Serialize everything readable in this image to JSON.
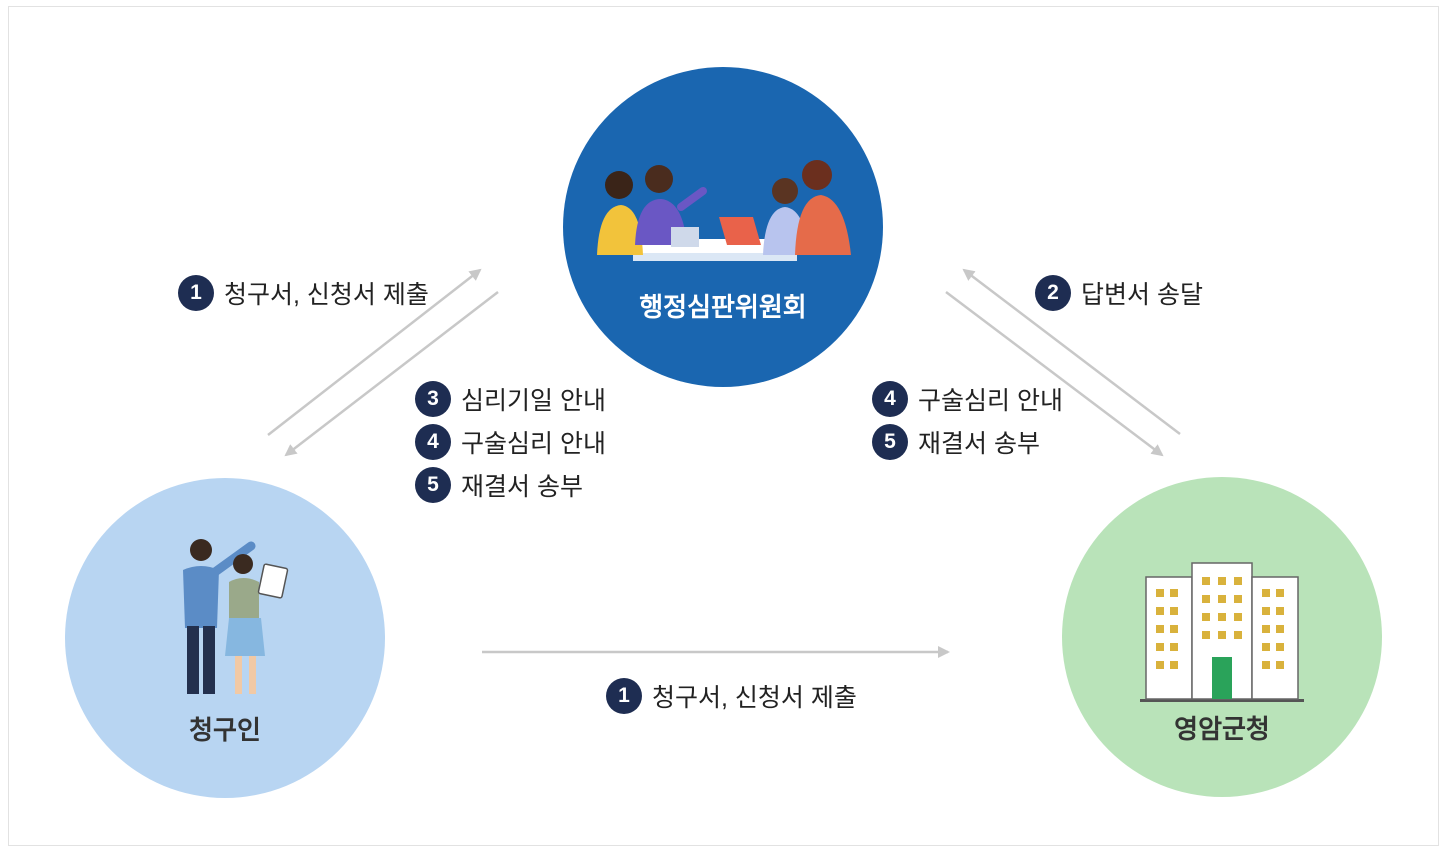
{
  "nodes": {
    "committee": {
      "label": "행정심판위원회",
      "color": "#1a66b0"
    },
    "claimant": {
      "label": "청구인",
      "color": "#b8d5f2"
    },
    "office": {
      "label": "영암군청",
      "color": "#b9e3b9"
    }
  },
  "flows": {
    "claimant_to_committee": [
      {
        "num": "1",
        "text": "청구서, 신청서 제출"
      }
    ],
    "committee_to_claimant": [
      {
        "num": "3",
        "text": "심리기일 안내"
      },
      {
        "num": "4",
        "text": "구술심리 안내"
      },
      {
        "num": "5",
        "text": "재결서 송부"
      }
    ],
    "office_to_committee": [
      {
        "num": "2",
        "text": "답변서 송달"
      }
    ],
    "committee_to_office": [
      {
        "num": "4",
        "text": "구술심리 안내"
      },
      {
        "num": "5",
        "text": "재결서 송부"
      }
    ],
    "claimant_to_office": [
      {
        "num": "1",
        "text": "청구서, 신청서 제출"
      }
    ]
  },
  "colors": {
    "badge": "#1e2d52",
    "arrow": "#c8c8c8",
    "committee_label": "#ffffff",
    "side_label": "#333333"
  }
}
